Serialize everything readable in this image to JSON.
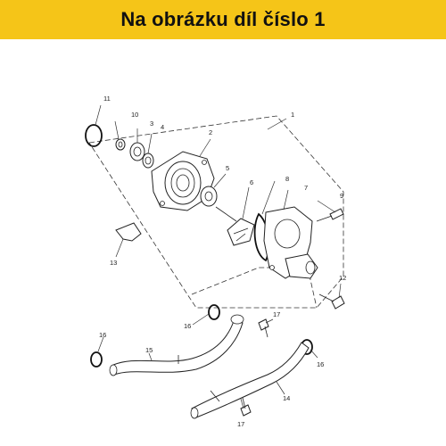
{
  "banner": {
    "text": "Na obrázku díl číslo 1"
  },
  "callouts": {
    "c1": "1",
    "c2": "2",
    "c3": "3",
    "c4": "4",
    "c5": "5",
    "c6": "6",
    "c7": "7",
    "c8": "8",
    "c9": "9",
    "c10": "10",
    "c11": "11",
    "c12": "12",
    "c13": "13",
    "c14": "14",
    "c15": "15",
    "c16a": "16",
    "c16b": "16",
    "c16c": "16",
    "c17a": "17",
    "c17b": "17"
  },
  "colors": {
    "banner_bg": "#f5c518",
    "banner_text": "#111111",
    "line": "#333333"
  }
}
